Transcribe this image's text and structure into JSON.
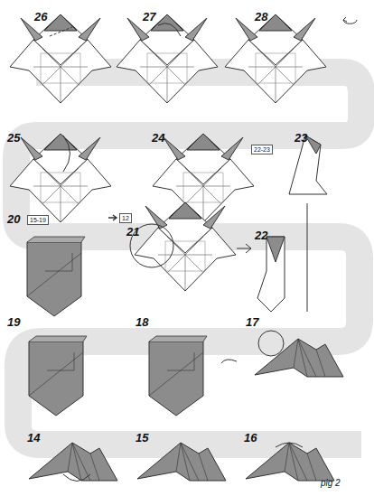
{
  "diagram": {
    "labels": [
      "26",
      "27",
      "28",
      "25",
      "24",
      "22-23",
      "23",
      "20",
      "15-19",
      "12",
      "21",
      "22",
      "19",
      "18",
      "17",
      "14",
      "15",
      "16",
      "pig 2"
    ]
  }
}
